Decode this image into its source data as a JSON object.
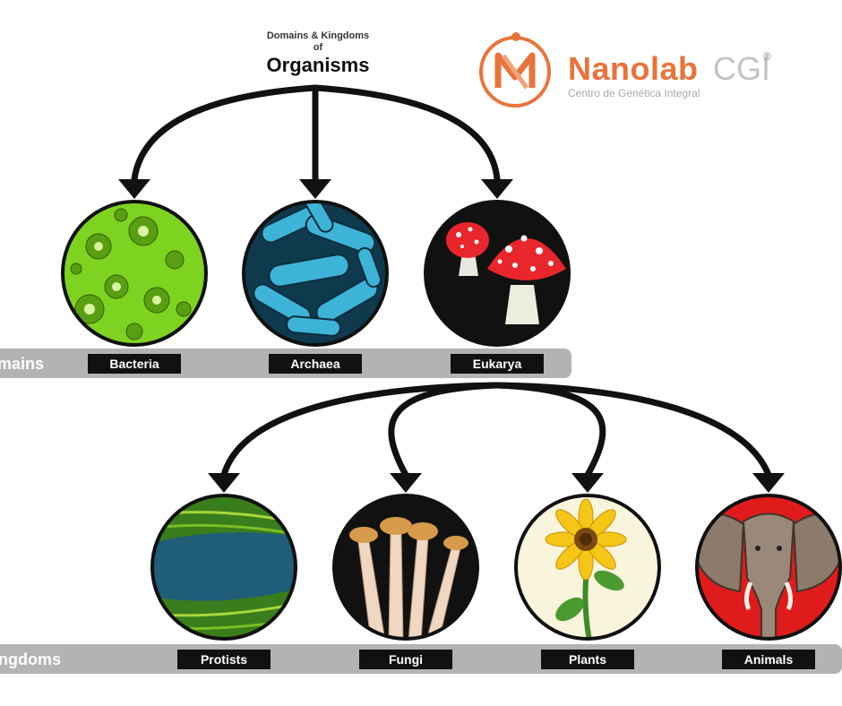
{
  "header": {
    "line1": "Domains & Kingdoms",
    "line2": "of",
    "title": "Organisms"
  },
  "logo": {
    "name": "Nanolab",
    "suffix": "CGI",
    "reg": "®",
    "tagline": "Centro de Genética Integral",
    "mark": "N",
    "color": "#e8743b"
  },
  "domains": {
    "band_label": "Domains",
    "items": [
      {
        "label": "Bacteria",
        "icon": "bacteria-icon"
      },
      {
        "label": "Archaea",
        "icon": "archaea-icon"
      },
      {
        "label": "Eukarya",
        "icon": "eukarya-mushroom-icon"
      }
    ]
  },
  "kingdoms": {
    "band_label": "Kingdoms",
    "items": [
      {
        "label": "Protists",
        "icon": "protists-icon"
      },
      {
        "label": "Fungi",
        "icon": "fungi-icon"
      },
      {
        "label": "Plants",
        "icon": "sunflower-icon"
      },
      {
        "label": "Animals",
        "icon": "elephant-icon"
      }
    ]
  },
  "colors": {
    "band": "#b3b3b3",
    "tag": "#111111",
    "bacteria": "#7ed321",
    "archaea": "#2f9fc0",
    "amanita": "#e8262b",
    "animals_bg": "#e01b1b",
    "protist_water": "#1f5d79"
  }
}
